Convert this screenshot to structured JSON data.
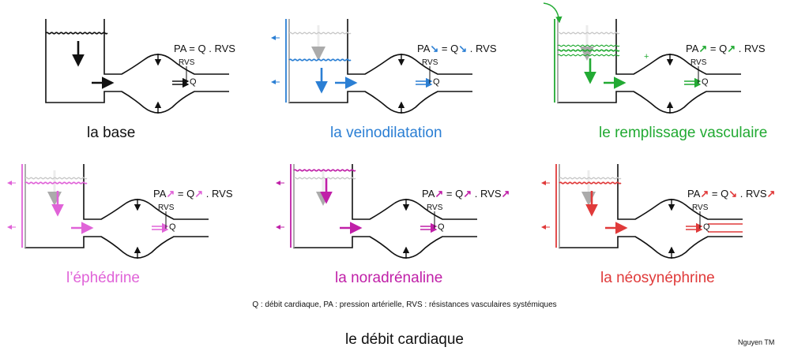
{
  "panels": [
    {
      "label": "la base",
      "color": "#111111",
      "eq": {
        "pa": "PA",
        "pa_arrow": "",
        "q": "Q",
        "q_arrow": "",
        "rvs": "RVS",
        "rvs_arrow": ""
      }
    },
    {
      "label": "la veinodilatation",
      "color": "#2b7fd4",
      "eq": {
        "pa": "PA",
        "pa_arrow": "↘",
        "q": "Q",
        "q_arrow": "↘",
        "rvs": "RVS",
        "rvs_arrow": ""
      }
    },
    {
      "label": "le remplissage vasculaire",
      "color": "#22aa33",
      "eq": {
        "pa": "PA",
        "pa_arrow": "↗",
        "q": "Q",
        "q_arrow": "↗",
        "rvs": "RVS",
        "rvs_arrow": ""
      }
    },
    {
      "label": "l’éphédrine",
      "color": "#e063d8",
      "eq": {
        "pa": "PA",
        "pa_arrow": "↗",
        "q": "Q",
        "q_arrow": "↗",
        "rvs": "RVS",
        "rvs_arrow": ""
      }
    },
    {
      "label": "la noradrénaline",
      "color": "#c020a8",
      "eq": {
        "pa": "PA",
        "pa_arrow": "↗",
        "q": "Q",
        "q_arrow": "↗",
        "rvs": "RVS",
        "rvs_arrow": "↗"
      }
    },
    {
      "label": "la néosynéphrine",
      "color": "#e03a3a",
      "eq": {
        "pa": "PA",
        "pa_arrow": "↗",
        "q": "Q",
        "q_arrow": "↘",
        "rvs": "RVS",
        "rvs_arrow": "↗"
      }
    }
  ],
  "rvs_label": "RVS",
  "q_label": "Q",
  "plus_sign": "+",
  "legend": "Q : débit cardiaque, PA : pression artérielle, RVS : résistances vasculaires systémiques",
  "title": "le débit cardiaque",
  "author": "Nguyen TM"
}
